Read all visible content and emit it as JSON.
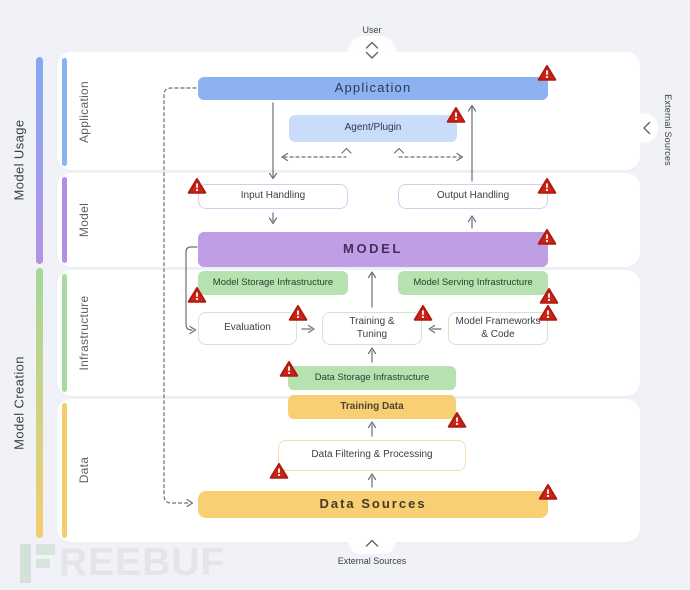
{
  "header": {
    "user_label": "User"
  },
  "footer": {
    "external_sources_label": "External Sources"
  },
  "right_rail": {
    "label": "External Sources"
  },
  "left_rail": {
    "groups": [
      {
        "label": "Model Usage"
      },
      {
        "label": "Model Creation"
      }
    ],
    "sections": [
      {
        "label": "Application"
      },
      {
        "label": "Model"
      },
      {
        "label": "Infrastructure"
      },
      {
        "label": "Data"
      }
    ]
  },
  "diagram": {
    "application": "Application",
    "agent_plugin": "Agent/Plugin",
    "input_handling": "Input Handling",
    "output_handling": "Output Handling",
    "model": "MODEL",
    "model_storage": "Model Storage Infrastructure",
    "model_serving": "Model Serving Infrastructure",
    "evaluation": "Evaluation",
    "training_tuning": "Training & Tuning",
    "model_frameworks": "Model Frameworks & Code",
    "data_storage": "Data Storage Infrastructure",
    "training_data": "Training Data",
    "data_filtering": "Data Filtering & Processing",
    "data_sources": "Data Sources"
  },
  "watermark": {
    "brand": "FREEBUF",
    "text": "REEBUF"
  },
  "colors": {
    "background": "#f1f2f7",
    "panel": "#ffffff",
    "application_blue": "#8cb2f2",
    "agent_blue": "#c9dcf9",
    "model_purple": "#bf9ee6",
    "infra_green": "#b6e2af",
    "data_yellow": "#f8cf73",
    "io_border_purple": "#dcc8ef",
    "green_border": "#cde9ca",
    "yellow_border": "#f2deae",
    "warning_red": "#cf2318",
    "arrow_gray": "#6b6f76"
  }
}
